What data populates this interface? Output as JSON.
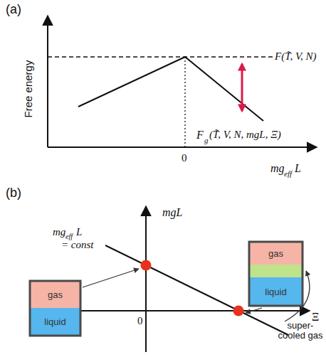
{
  "diagram": {
    "nodes": [
      {
        "text": [
          "gas"
        ]
      },
      {
        "text": [
          "liquid"
        ]
      },
      {
        "text": [
          "gas"
        ]
      },
      {
        "text": [
          "liquid"
        ]
      }
    ],
    "labels": [
      "(a)",
      "Free energy",
      "F(T̃, V, N)",
      "0",
      "F",
      "g",
      "(T̃, V, N, mgL, Ξ)",
      "mg",
      "eff",
      "L",
      "(b)",
      "mgL",
      "mg",
      "eff",
      "L",
      "= const",
      "0",
      "Ξ",
      "super-cooled gas"
    ]
  }
}
